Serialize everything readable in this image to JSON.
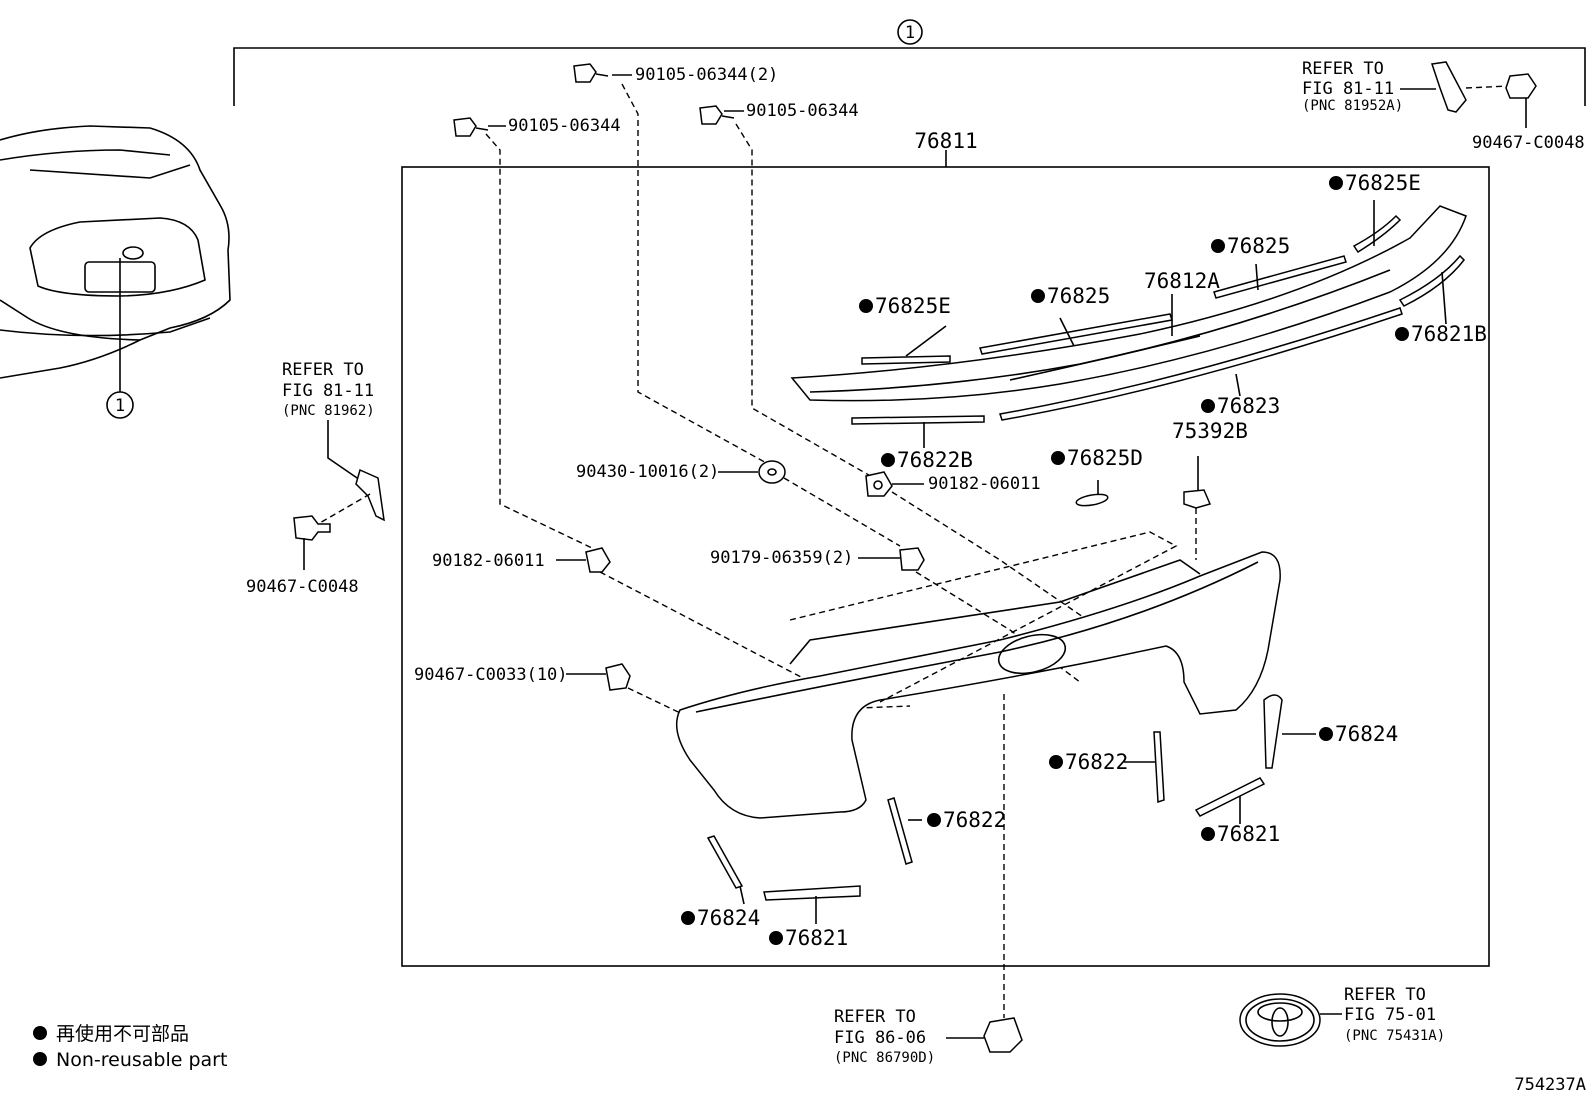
{
  "callout_one": "1",
  "parts": {
    "p76811": "76811",
    "p76812A": "76812A",
    "p76825E_top": "76825E",
    "p76825_a": "76825",
    "p76825_b": "76825",
    "p76825E_left": "76825E",
    "p76821B": "76821B",
    "p76823": "76823",
    "p76822B": "76822B",
    "p76825D": "76825D",
    "p75392B": "75392B",
    "p76824_right": "76824",
    "p76822_right": "76822",
    "p76821_right": "76821",
    "p76822_mid": "76822",
    "p76824_left": "76824",
    "p76821_left": "76821"
  },
  "fasteners": {
    "bolt_top_mid": "90105-06344(2)",
    "bolt_left": "90105-06344",
    "bolt_right": "90105-06344",
    "washer": "90430-10016(2)",
    "nut_right": "90182-06011",
    "nut_left": "90182-06011",
    "nut_mid": "90179-06359(2)",
    "clip_many": "90467-C0033(10)",
    "clip_left": "90467-C0048",
    "clip_topright": "90467-C0048"
  },
  "refs": {
    "left": {
      "l1": "REFER TO",
      "l2": "FIG 81-11",
      "l3": "(PNC 81962)"
    },
    "topright": {
      "l1": "REFER TO",
      "l2": "FIG 81-11",
      "l3": "(PNC 81952A)"
    },
    "bottom": {
      "l1": "REFER TO",
      "l2": "FIG 86-06",
      "l3": "(PNC 86790D)"
    },
    "emblem": {
      "l1": "REFER TO",
      "l2": "FIG 75-01",
      "l3": "(PNC 75431A)"
    }
  },
  "legend": {
    "jp": "再使用不可部品",
    "en": "Non-reusable part"
  },
  "figure_id": "754237A"
}
